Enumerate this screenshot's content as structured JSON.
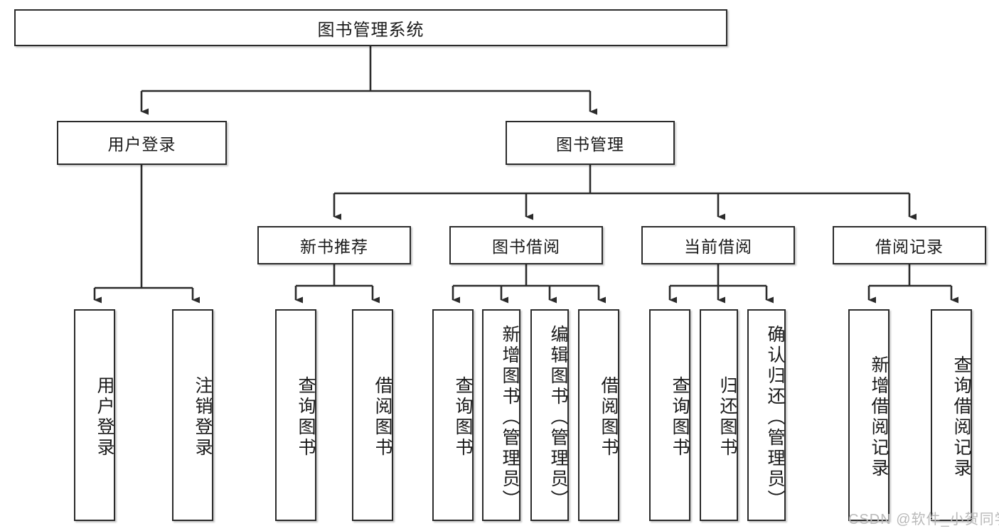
{
  "diagram": {
    "type": "tree-hierarchy",
    "title": "图书管理系统",
    "root": {
      "label": "图书管理系统"
    },
    "level2": [
      {
        "label": "用户登录"
      },
      {
        "label": "图书管理"
      }
    ],
    "level3": [
      {
        "label": "新书推荐"
      },
      {
        "label": "图书借阅"
      },
      {
        "label": "当前借阅"
      },
      {
        "label": "借阅记录"
      }
    ],
    "leaves": {
      "user_login": [
        {
          "label": "用户登录"
        },
        {
          "label": "注销登录"
        }
      ],
      "new_book_recommend": [
        {
          "label": "查询图书"
        },
        {
          "label": "借阅图书"
        }
      ],
      "book_borrow": [
        {
          "label": "查询图书"
        },
        {
          "label": "新增图书（管理员）"
        },
        {
          "label": "编辑图书（管理员）"
        },
        {
          "label": "借阅图书"
        }
      ],
      "current_borrow": [
        {
          "label": "查询图书"
        },
        {
          "label": "归还图书"
        },
        {
          "label": "确认归还（管理员）"
        }
      ],
      "borrow_record": [
        {
          "label": "新增借阅记录"
        },
        {
          "label": "查询借阅记录"
        }
      ]
    }
  },
  "watermark": {
    "text": "CSDN @软件_小贺同学"
  },
  "colors": {
    "border": "#2b2b2b",
    "background": "#ffffff",
    "text": "#1a1a1a",
    "watermark": "#b9b9b9"
  }
}
